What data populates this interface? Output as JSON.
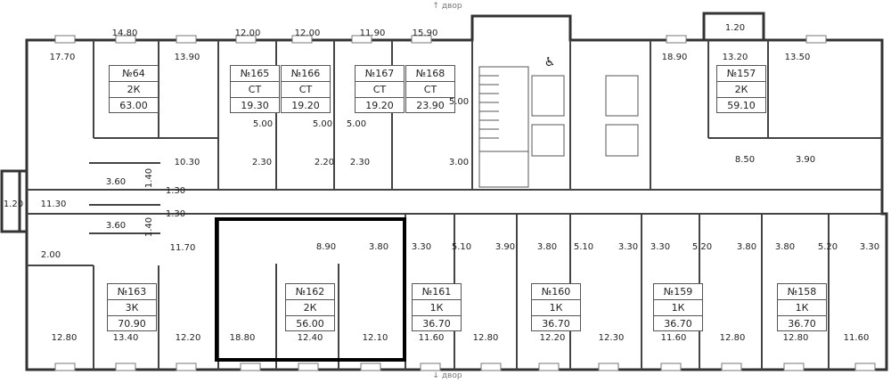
{
  "compass": {
    "top": "↑ двор",
    "bottom": "↓ двор"
  },
  "accessibility_icon": "wheelchair-icon",
  "highlight_color": "#000000",
  "apartments": [
    {
      "id": "164",
      "num": "№64",
      "type": "2К",
      "area": "63.00"
    },
    {
      "id": "165",
      "num": "№165",
      "type": "СТ",
      "area": "19.30"
    },
    {
      "id": "166",
      "num": "№166",
      "type": "СТ",
      "area": "19.20"
    },
    {
      "id": "167",
      "num": "№167",
      "type": "СТ",
      "area": "19.20"
    },
    {
      "id": "168",
      "num": "№168",
      "type": "СТ",
      "area": "23.90"
    },
    {
      "id": "157",
      "num": "№157",
      "type": "2К",
      "area": "59.10"
    },
    {
      "id": "163",
      "num": "№163",
      "type": "3К",
      "area": "70.90"
    },
    {
      "id": "162",
      "num": "№162",
      "type": "2К",
      "area": "56.00"
    },
    {
      "id": "161",
      "num": "№161",
      "type": "1К",
      "area": "36.70"
    },
    {
      "id": "160",
      "num": "№160",
      "type": "1К",
      "area": "36.70"
    },
    {
      "id": "159",
      "num": "№159",
      "type": "1К",
      "area": "36.70"
    },
    {
      "id": "158",
      "num": "№158",
      "type": "1К",
      "area": "36.70"
    }
  ],
  "room_areas": [
    "17.70",
    "14.80",
    "13.90",
    "12.00",
    "12.00",
    "11.90",
    "15.90",
    "5.00",
    "5.00",
    "5.00",
    "5.00",
    "2.30",
    "2.20",
    "2.30",
    "3.00",
    "18.90",
    "13.20",
    "13.50",
    "1.20",
    "8.50",
    "3.90",
    "10.30",
    "3.60",
    "1.40",
    "1.30",
    "1.30",
    "1.40",
    "3.60",
    "11.30",
    "1.20",
    "11.70",
    "8.90",
    "3.80",
    "3.30",
    "5.10",
    "3.90",
    "3.80",
    "5.10",
    "3.30",
    "3.30",
    "5.20",
    "3.80",
    "3.80",
    "5.20",
    "3.30",
    "2.00",
    "12.80",
    "13.40",
    "12.20",
    "18.80",
    "12.40",
    "12.10",
    "11.60",
    "12.80",
    "12.20",
    "12.30",
    "11.60",
    "12.80",
    "12.80",
    "11.60"
  ]
}
